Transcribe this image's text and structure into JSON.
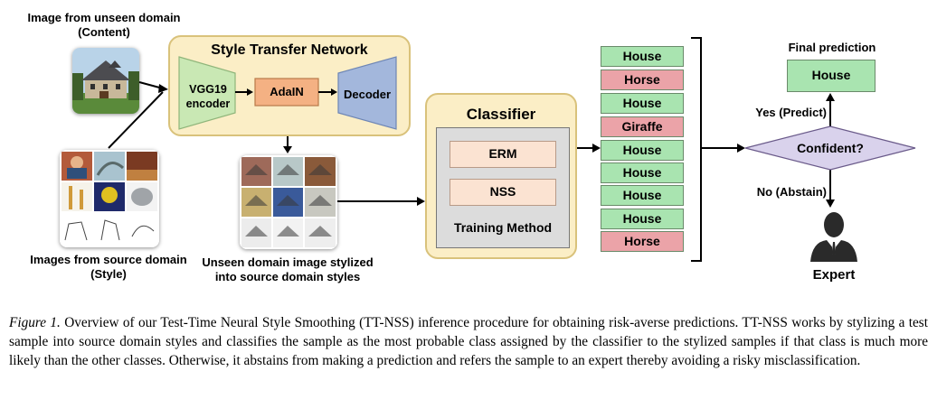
{
  "labels": {
    "content_line1": "Image from unseen domain",
    "content_line2": "(Content)",
    "style_line1": "Images from source domain",
    "style_line2": "(Style)",
    "stylized_line1": "Unseen domain image stylized",
    "stylized_line2": "into source domain styles",
    "final_prediction": "Final prediction",
    "yes": "Yes (Predict)",
    "no": "No (Abstain)",
    "expert": "Expert"
  },
  "style_transfer": {
    "title": "Style Transfer Network",
    "encoder_line1": "VGG19",
    "encoder_line2": "encoder",
    "adain": "AdaIN",
    "decoder": "Decoder"
  },
  "classifier": {
    "title": "Classifier",
    "methods": [
      "ERM",
      "NSS"
    ],
    "subtitle": "Training Method"
  },
  "predictions": [
    {
      "label": "House",
      "correct": true
    },
    {
      "label": "Horse",
      "correct": false
    },
    {
      "label": "House",
      "correct": true
    },
    {
      "label": "Giraffe",
      "correct": false
    },
    {
      "label": "House",
      "correct": true
    },
    {
      "label": "House",
      "correct": true
    },
    {
      "label": "House",
      "correct": true
    },
    {
      "label": "House",
      "correct": true
    },
    {
      "label": "Horse",
      "correct": false
    }
  ],
  "decision": {
    "question": "Confident?",
    "final_label": "House"
  },
  "caption": {
    "figure_label": "Figure 1.",
    "text": " Overview of our Test-Time Neural Style Smoothing (TT-NSS) inference procedure for obtaining risk-averse predictions. TT-NSS works by stylizing a test sample into source domain styles and classifies the sample as the most probable class assigned by the classifier to the stylized samples if that class is much more likely than the other classes. Otherwise, it abstains from making a prediction and refers the sample to an expert thereby avoiding a risky misclassification."
  },
  "colors": {
    "panel_fill": "#fbeec6",
    "encoder_fill": "#c9e8b4",
    "adain_fill": "#f4b183",
    "decoder_fill": "#a3b7dc",
    "correct_fill": "#a9e4b0",
    "wrong_fill": "#eba3a8",
    "diamond_fill": "#d9d2ec"
  }
}
